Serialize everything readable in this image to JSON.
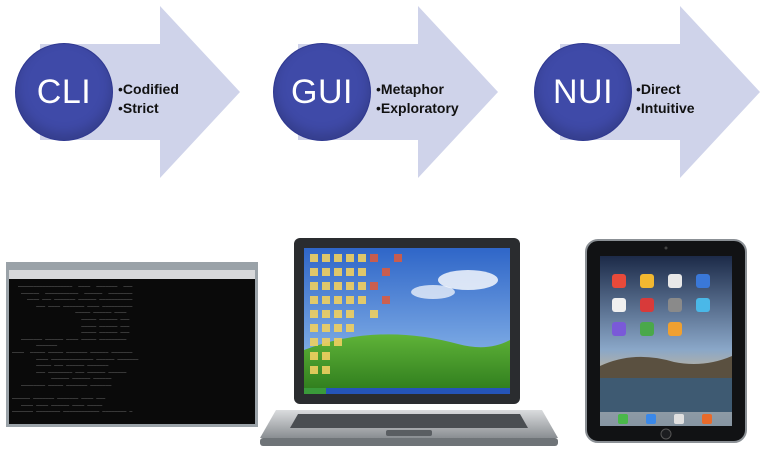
{
  "diagram": {
    "stages": [
      {
        "abbr": "CLI",
        "bullets": [
          "Codified",
          "Strict"
        ]
      },
      {
        "abbr": "GUI",
        "bullets": [
          "Metaphor",
          "Exploratory"
        ]
      },
      {
        "abbr": "NUI",
        "bullets": [
          "Direct",
          "Intuitive"
        ]
      }
    ]
  },
  "colors": {
    "circle": "#3f4aa8",
    "arrow": "#cfd3ea",
    "desktop_sky": "#4f86d8",
    "desktop_grass": "#4a9b2e"
  },
  "devices": {
    "terminal_icon": "terminal-window-icon",
    "laptop_icon": "laptop-icon",
    "tablet_icon": "tablet-icon"
  }
}
